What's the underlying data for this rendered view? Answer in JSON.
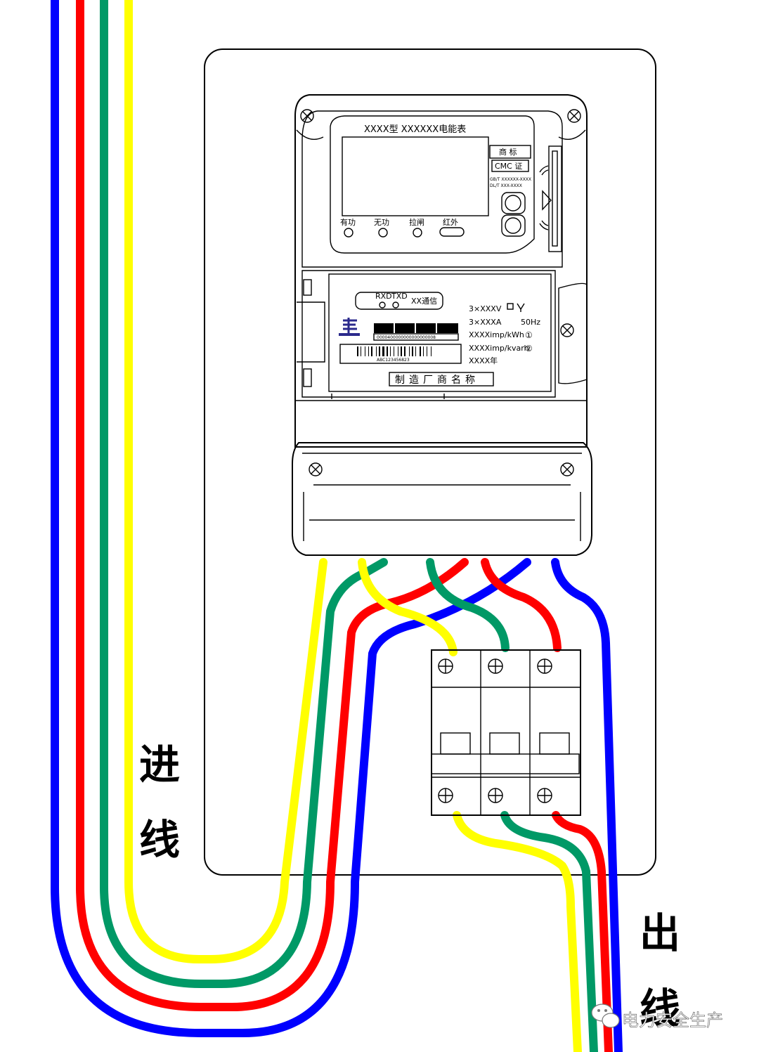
{
  "meter": {
    "title": "XXXX型 XXXXXX电能表",
    "trademark": "商 标",
    "cmc": "CMC 证",
    "standard_1": "GB/T XXXXXX-XXXX",
    "standard_2": "DL/T XXX-XXXX",
    "indicators": [
      "有功",
      "无功",
      "拉闸",
      "红外"
    ],
    "comm_rxd": "RXD",
    "comm_txd": "TXD",
    "comm_label": "XX通信",
    "voltage": "3×XXXV",
    "current": "3×XXXA",
    "frequency": "50Hz",
    "active_constant": "XXXXimp/kWh",
    "reactive_constant": "XXXXimp/kvarh",
    "mark_1": "①",
    "mark_2": "②",
    "year": "XXXX年",
    "barcode_1": "0000400000000000000008",
    "barcode_2": "ABC123456823",
    "manufacturer": "制造厂商名称"
  },
  "labels": {
    "incoming_1": "进",
    "incoming_2": "线",
    "outgoing_1": "出",
    "outgoing_2": "线"
  },
  "watermark": "电力安全生产",
  "colors": {
    "yellow": "#ffff00",
    "green": "#009966",
    "red": "#ff0000",
    "blue": "#0000ff",
    "line": "#000000"
  }
}
